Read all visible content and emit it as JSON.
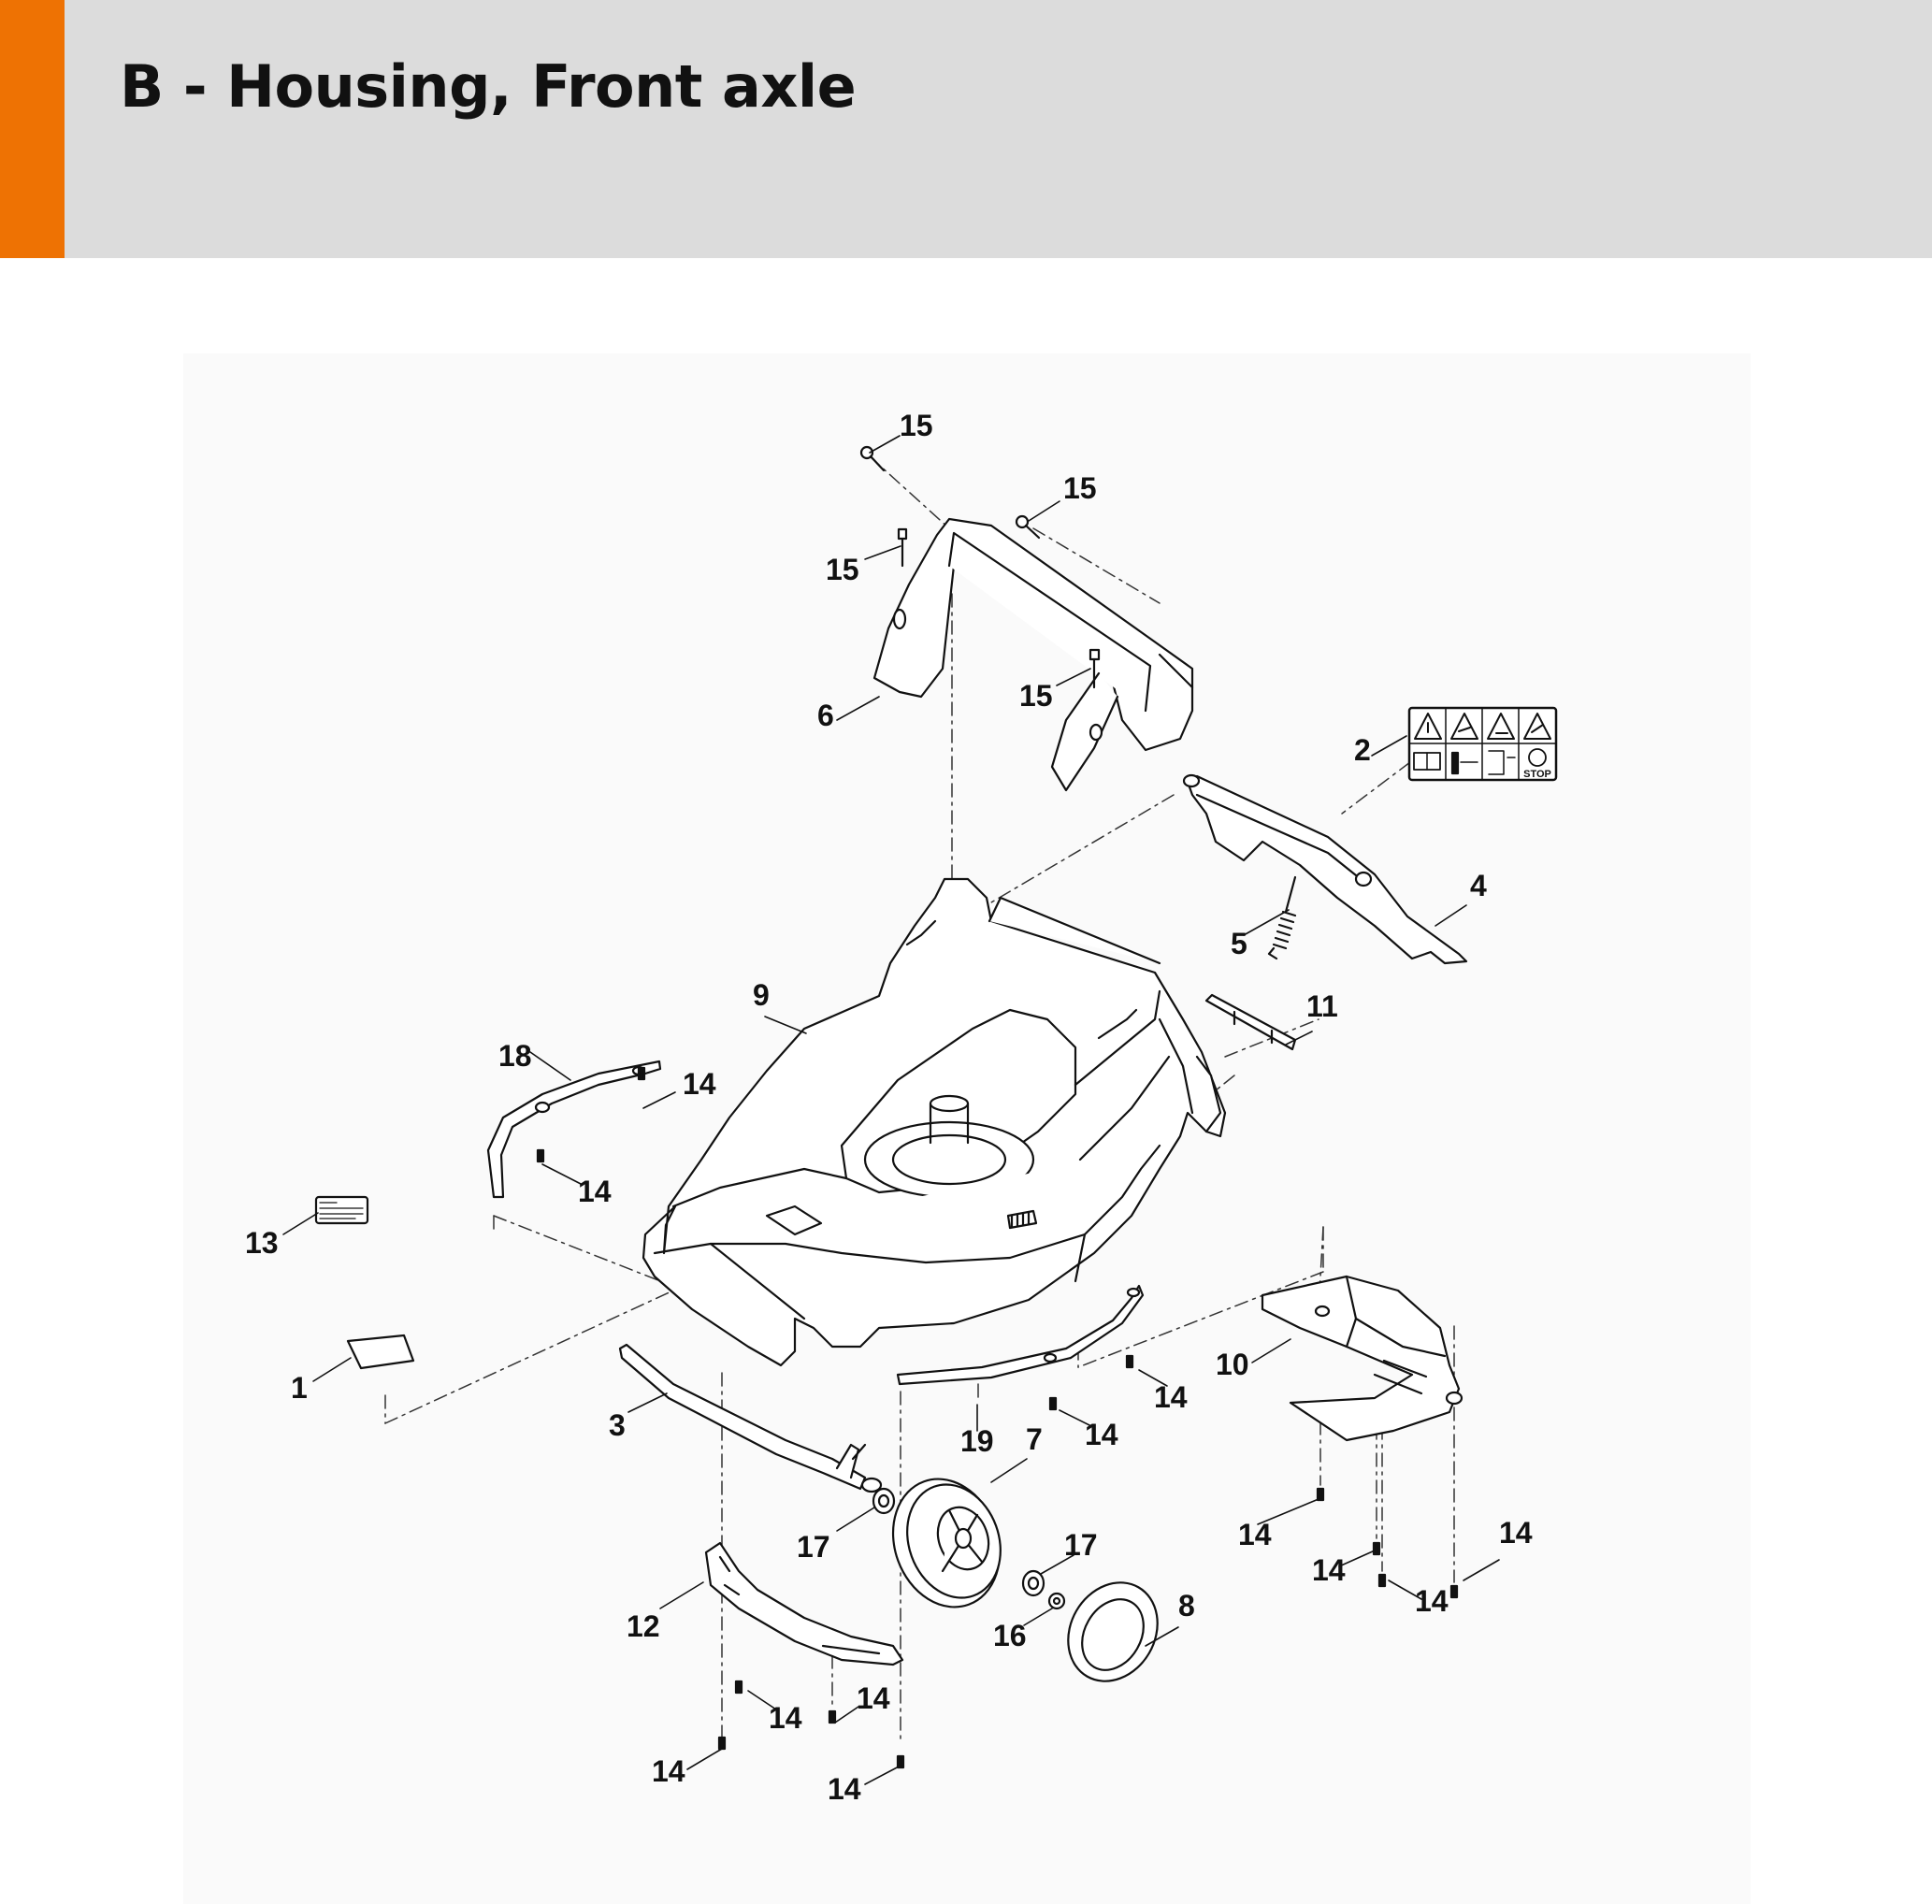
{
  "page": {
    "title": "B - Housing, Front axle",
    "accent_color": "#ee7203",
    "header_color": "#dcdcdc"
  },
  "callouts": [
    "15",
    "15",
    "15",
    "15",
    "6",
    "2",
    "4",
    "5",
    "9",
    "11",
    "18",
    "14",
    "14",
    "13",
    "1",
    "3",
    "19",
    "7",
    "14",
    "14",
    "10",
    "17",
    "17",
    "16",
    "8",
    "12",
    "14",
    "14",
    "14",
    "14",
    "14",
    "14",
    "14",
    "14"
  ],
  "safety_label": {
    "stop_text": "STOP"
  }
}
